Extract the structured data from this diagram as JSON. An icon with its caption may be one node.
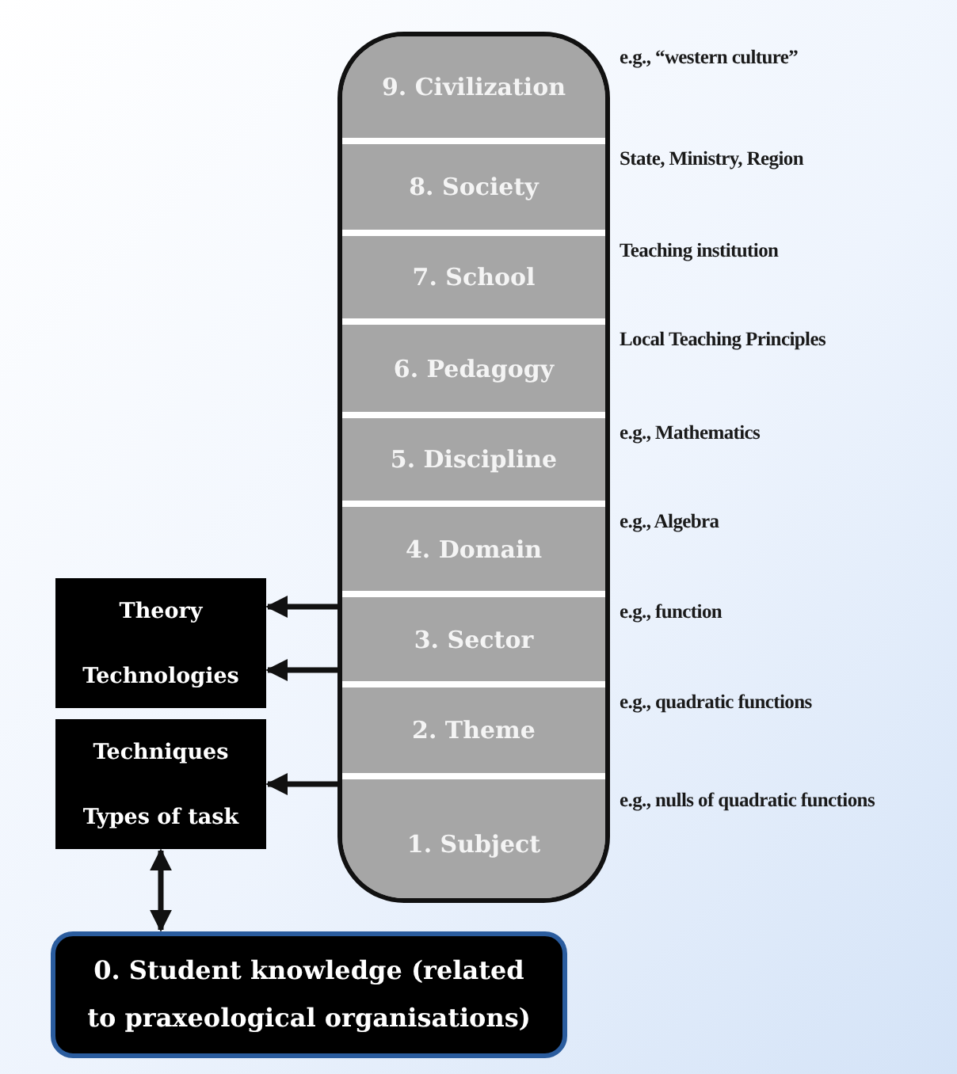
{
  "diagram": {
    "nodes": [
      {
        "text": [
          "9. Civilization"
        ],
        "beside": [
          "e.g., “western culture”"
        ]
      },
      {
        "text": [
          "8. Society"
        ],
        "beside": [
          "State, Ministry, Region"
        ]
      },
      {
        "text": [
          "7. School"
        ],
        "beside": [
          "Teaching institution"
        ]
      },
      {
        "text": [
          "6. Pedagogy"
        ],
        "beside": [
          "Local Teaching Principles"
        ]
      },
      {
        "text": [
          "5. Discipline"
        ],
        "beside": [
          "e.g., Mathematics"
        ]
      },
      {
        "text": [
          "4. Domain"
        ],
        "beside": [
          "e.g., Algebra"
        ]
      },
      {
        "text": [
          "3. Sector"
        ],
        "beside": [
          "e.g., function"
        ]
      },
      {
        "text": [
          "2. Theme"
        ],
        "beside": [
          "e.g., quadratic functions"
        ]
      },
      {
        "text": [
          "1. Subject"
        ],
        "beside": [
          "e.g., nulls of quadratic functions"
        ]
      },
      {
        "text": [
          "Theory",
          "Technologies"
        ]
      },
      {
        "text": [
          "Techniques",
          "Types of task"
        ]
      },
      {
        "text": [
          "0. Student knowledge (related to praxeological organisations)"
        ]
      }
    ],
    "edges": [
      {
        "from": 6,
        "to": 9,
        "arrow": "to"
      },
      {
        "from": 7,
        "to": 9,
        "arrow": "to"
      },
      {
        "from": 8,
        "to": 10,
        "arrow": "to"
      },
      {
        "from": 10,
        "to": 11,
        "arrow": "both"
      }
    ]
  }
}
